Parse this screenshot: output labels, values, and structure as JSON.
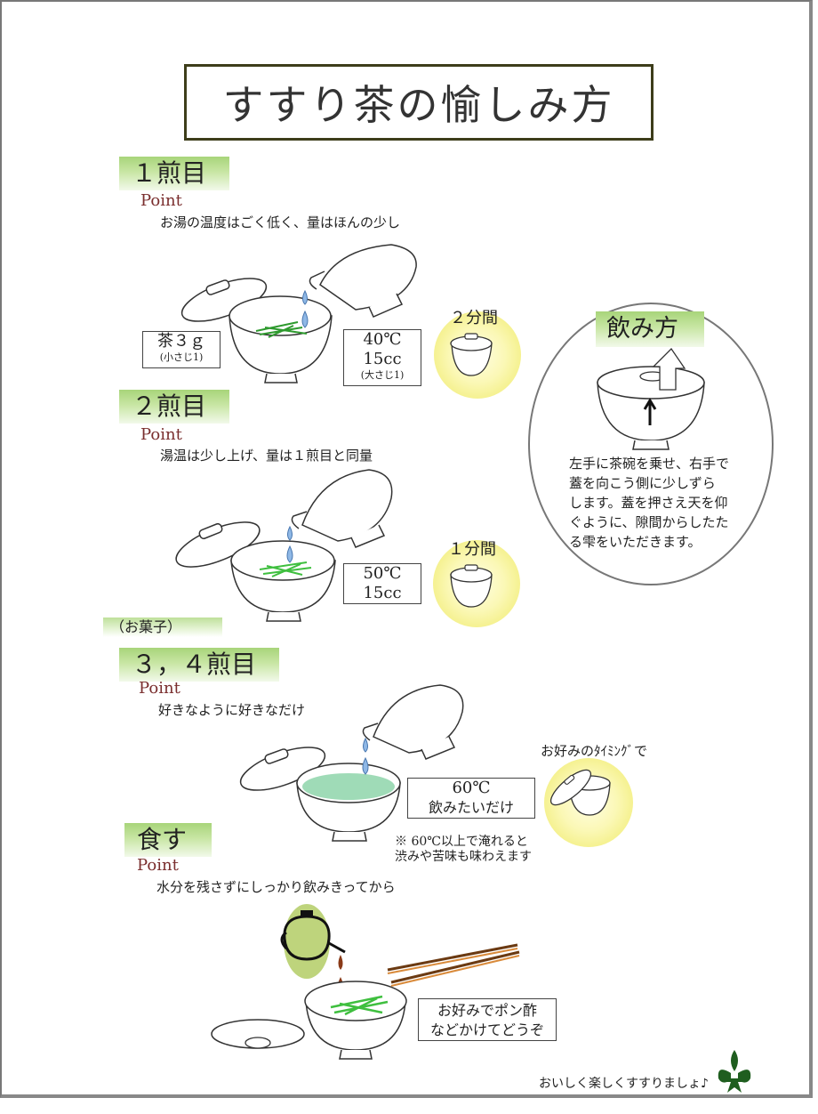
{
  "title": "すすり茶の愉しみ方",
  "step1": {
    "heading": "１煎目",
    "point_label": "Point",
    "point_text": "お湯の温度はごく低く、量はほんの少し",
    "tea_amount": "茶３ｇ",
    "tea_amount_sub": "(小さじ1)",
    "water_temp": "40℃",
    "water_volume": "15cc",
    "water_volume_sub": "(大さじ1)",
    "time": "２分間"
  },
  "step2": {
    "heading": "２煎目",
    "point_label": "Point",
    "point_text": "湯温は少し上げ、量は１煎目と同量",
    "water_temp": "50℃",
    "water_volume": "15cc",
    "time": "１分間"
  },
  "sweets_label": "（お菓子）",
  "step34": {
    "heading": "３，４煎目",
    "point_label": "Point",
    "point_text": "好きなように好きなだけ",
    "water_temp": "60℃",
    "water_amount": "飲みたいだけ",
    "timing": "お好みのﾀｲﾐﾝｸﾞで",
    "note_line1": "※ 60℃以上で淹れると",
    "note_line2": "渋みや苦味も味わえます"
  },
  "eat": {
    "heading": "食す",
    "point_label": "Point",
    "point_text": "水分を残さずにしっかり飲みきってから",
    "tip_line1": "お好みでポン酢",
    "tip_line2": "などかけてどうぞ"
  },
  "how_to_drink": {
    "heading": "飲み方",
    "desc_lines": [
      "左手に茶碗を乗せ、右手で",
      "蓋を向こう側に少しずら",
      "します。蓋を押さえ天を仰",
      "ぐように、隙間からしたた",
      "る雫をいただきます。"
    ]
  },
  "footer": "おいしく楽しくすすりましょ♪",
  "colors": {
    "heading_green": "#a8d47a",
    "point_red": "#7a2e2e",
    "tea_leaf": "#3fbf3f",
    "glow_yellow": "#f4f08a"
  }
}
